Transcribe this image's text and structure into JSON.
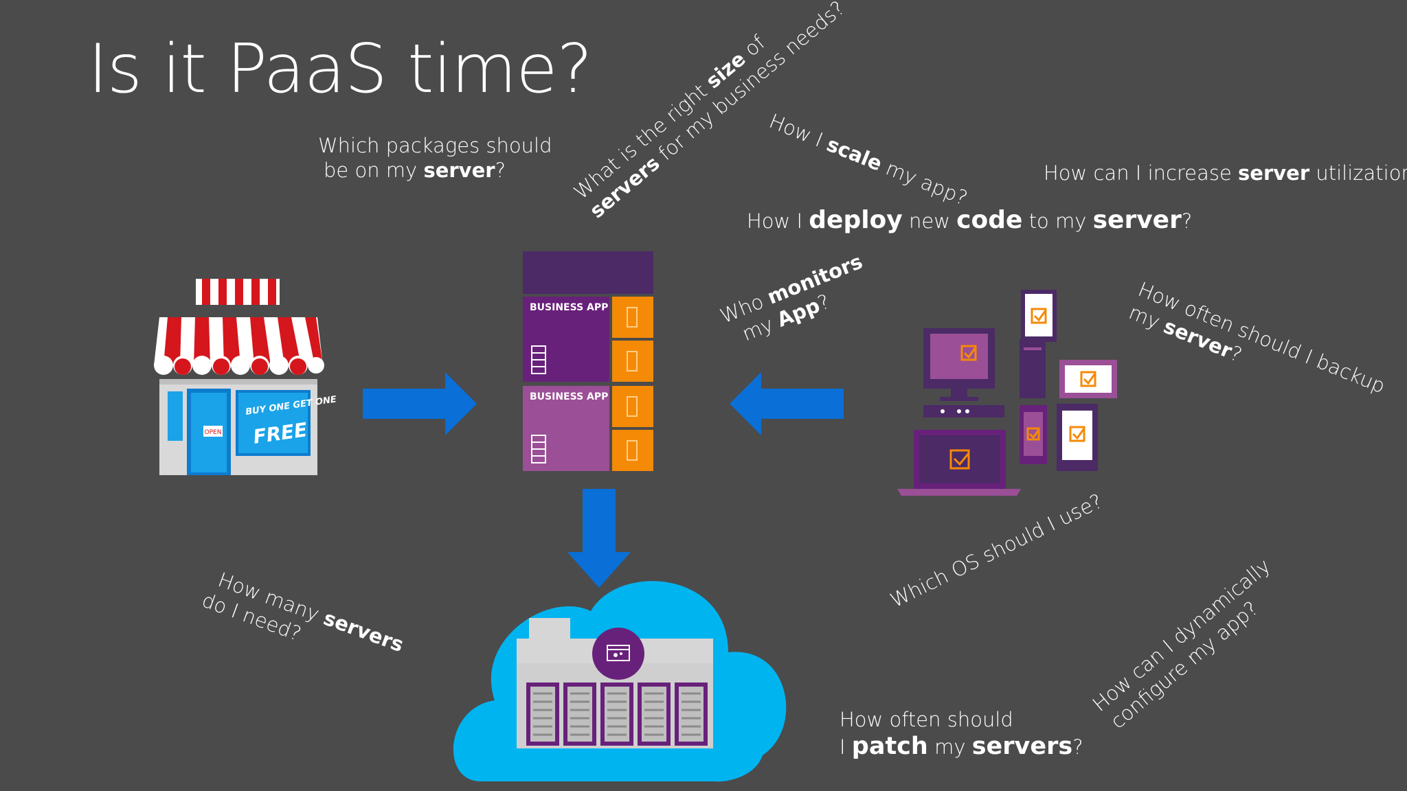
{
  "slide": {
    "title": "Is it PaaS time?"
  },
  "questions": {
    "packages": {
      "l1": "Which packages should",
      "l2a": "be on my ",
      "l2b": "server",
      "l2c": "?"
    },
    "size": {
      "l1a": "What is the right ",
      "l1b": "size",
      "l1c": " of",
      "l2a": "servers",
      "l2b": " for my business needs?"
    },
    "scale": {
      "a": "How I ",
      "b": "scale",
      "c": " my app?"
    },
    "utilization": {
      "a": "How can I increase ",
      "b": "server",
      "c": " utilization?"
    },
    "deploy": {
      "a": "How I ",
      "b": "deploy",
      "c": " new ",
      "d": "code",
      "e": " to my ",
      "f": "server",
      "g": "?"
    },
    "monitors": {
      "l1a": "Who ",
      "l1b": "monitors",
      "l2a": "my ",
      "l2b": "App",
      "l2c": "?"
    },
    "backup": {
      "l1": "How often should I backup",
      "l2a": "my ",
      "l2b": "server",
      "l2c": "?"
    },
    "how_many": {
      "l1a": "How many ",
      "l1b": "servers",
      "l2": "do I need?"
    },
    "os": {
      "l1": "Which OS should I use?"
    },
    "configure": {
      "l1": "How can I dynamically",
      "l2": "configure my app?"
    },
    "patch": {
      "l1": "How often should",
      "l2a": "I ",
      "l2b": "patch",
      "l2c": " my ",
      "l2d": "servers",
      "l2e": "?"
    }
  },
  "store": {
    "sign_small": "BUY ONE GET ONE",
    "sign_big": "FREE",
    "door_sign": "OPEN"
  },
  "server_stack": {
    "app1": "BUSINESS APP",
    "app2": "BUSINESS APP"
  },
  "colors": {
    "background": "#4b4b4b",
    "arrow_blue": "#0a6fd6",
    "cloud_blue": "#00b4f0",
    "purple_dark": "#4b2a66",
    "purple": "#68217a",
    "purple_light": "#9b4f96",
    "orange": "#f58a07",
    "awning_red": "#d5161c"
  },
  "icons": [
    "storefront-icon",
    "arrow-right-icon",
    "arrow-left-icon",
    "arrow-down-icon",
    "server-stack-icon",
    "cloud-datacenter-icon",
    "devices-icon"
  ]
}
